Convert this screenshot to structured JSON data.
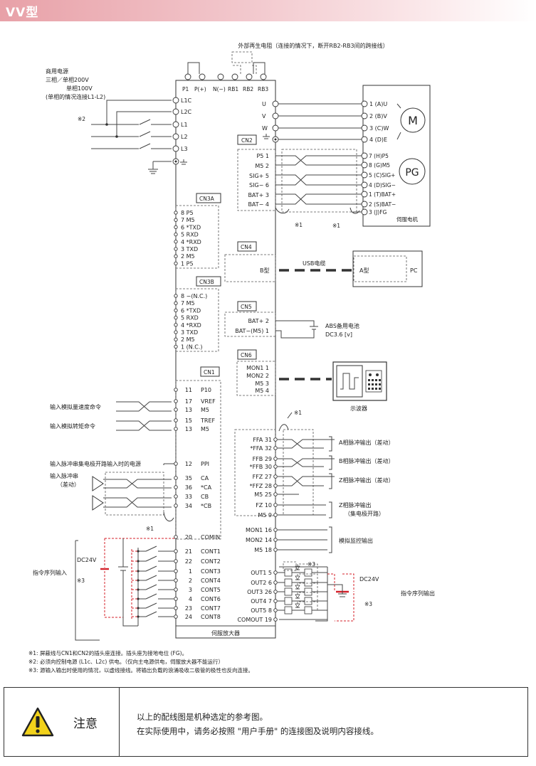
{
  "header": {
    "title": "VV型"
  },
  "top": {
    "regen_resistor": "外部再生电阻（连接的情况下，断开RB2-RB3间的跨接线）",
    "power_source": [
      "商用电源",
      "三相／单相200V",
      "单相100V",
      "(单相的情况连接L1-L2)"
    ],
    "power_terms": [
      "P1",
      "P(+)",
      "N(−)",
      "RB1",
      "RB2",
      "RB3"
    ],
    "left_terms": [
      "L1C",
      "L2C",
      "L1",
      "L2",
      "L3"
    ],
    "note2_mark": "※2"
  },
  "motor": {
    "uvw": [
      "U",
      "V",
      "W"
    ],
    "motor_terms": [
      "1 (A)U",
      "2 (B)V",
      "3 (C)W",
      "4 (D)E"
    ],
    "m_label": "M",
    "pg_label": "PG",
    "encoder_terms": [
      "7 (H)P5",
      "8 (G)M5",
      "5 (C)SIG+",
      "4 (D)SIG−",
      "1 (T)BAT+",
      "2 (S)BAT−",
      "3 (J)FG"
    ],
    "caption": "伺服电机"
  },
  "cn2": {
    "label": "CN2",
    "pins": [
      "P5  1",
      "M5  2",
      "SIG+  5",
      "SIG−  6",
      "BAT+  3",
      "BAT−  4"
    ],
    "mark1": "※1",
    "mark2": "※1"
  },
  "cn3a": {
    "label": "CN3A",
    "pins": [
      "8  P5",
      "7  M5",
      "6 *TXD",
      "5  RXD",
      "4 *RXD",
      "3  TXD",
      "2  M5",
      "1  P5"
    ]
  },
  "cn3b": {
    "label": "CN3B",
    "pins": [
      "8 −(N.C.)",
      "7  M5",
      "6 *TXD",
      "5  RXD",
      "4 *RXD",
      "3  TXD",
      "2  M5",
      "1 (N.C.)"
    ]
  },
  "cn4": {
    "label": "CN4",
    "b_type": "B型",
    "cable": "USB电缆",
    "a_type": "A型",
    "pc": "PC"
  },
  "cn5": {
    "label": "CN5",
    "pins": [
      "BAT+  2",
      "BAT−(M5) 1"
    ],
    "battery": [
      "ABS备用电池",
      "DC3.6 [v]"
    ]
  },
  "cn6": {
    "label": "CN6",
    "pins": [
      "MON1 1",
      "MON2 2",
      "M5 3",
      "M5 4"
    ],
    "scope": "示波器"
  },
  "cn1": {
    "label": "CN1",
    "left_pins": [
      {
        "no": "11",
        "name": "P10"
      },
      {
        "no": "17",
        "name": "VREF"
      },
      {
        "no": "13",
        "name": "M5"
      },
      {
        "no": "15",
        "name": "TREF"
      },
      {
        "no": "13",
        "name": "M5"
      },
      {
        "no": "12",
        "name": "PPI"
      },
      {
        "no": "35",
        "name": "CA"
      },
      {
        "no": "36",
        "name": "*CA"
      },
      {
        "no": "33",
        "name": "CB"
      },
      {
        "no": "34",
        "name": "*CB"
      },
      {
        "no": "20",
        "name": "COMIN"
      },
      {
        "no": "21",
        "name": "CONT1"
      },
      {
        "no": "22",
        "name": "CONT2"
      },
      {
        "no": "1",
        "name": "CONT3"
      },
      {
        "no": "2",
        "name": "CONT4"
      },
      {
        "no": "3",
        "name": "CONT5"
      },
      {
        "no": "4",
        "name": "CONT6"
      },
      {
        "no": "23",
        "name": "CONT7"
      },
      {
        "no": "24",
        "name": "CONT8"
      }
    ],
    "right_pins": [
      "FFA  31",
      "*FFA  32",
      "FFB  29",
      "*FFB  30",
      "FFZ  27",
      "*FFZ  28",
      "M5  25",
      "FZ  10",
      "M5  9",
      "MON1  16",
      "MON2  14",
      "M5  18",
      "OUT1  5",
      "OUT2  6",
      "OUT3  26",
      "OUT4  7",
      "OUT5  8",
      "COMOUT  19"
    ],
    "left_labels": {
      "speed_cmd": "输入模拟量速度命令",
      "torque_cmd": "输入模拟转矩命令",
      "pulse_power": "输入脉冲串集电极开路输入时的电源",
      "pulse_in": [
        "输入脉冲串",
        "（差动）"
      ],
      "dc24v": "DC24V",
      "seq_in": "指令序列输入",
      "mark3": "※3",
      "mark1": "※1"
    },
    "right_labels": {
      "a_pulse": "A相脉冲输出（差动）",
      "b_pulse": "B相脉冲输出（差动）",
      "z_pulse": "Z相脉冲输出（差动）",
      "z_oc": [
        "Z相脉冲输出",
        "（集电极开路）"
      ],
      "monitor": "模拟监控输出",
      "dc24v": "DC24V",
      "seq_out": "指令序列输出",
      "mark3": "※3",
      "mark3b": "※3",
      "mark1": "※1"
    }
  },
  "amp_caption": "伺服放大器",
  "notes": [
    "※1:  屏蔽线与CN1和CN2的插头座连接。插头座为接地电位 (FG)。",
    "※2:  必须向控制电源 (L1c、L2c) 供电。（仅向主电源供电，伺服放大器不能运行）",
    "※3:  源输入输出时使用的情况，以虚线接线。将输出负载的浪涌吸收二极管的极性也反向连接。"
  ],
  "caution": {
    "label": "注意",
    "lines": [
      "以上的配线图是机种选定的参考图。",
      "在实际使用中，请务必按照 \"用户手册\" 的连接图及说明内容接线。"
    ]
  },
  "colors": {
    "header": "#e8a1a8",
    "dc_source": "#d4202a",
    "warning": "#f2d21b"
  }
}
